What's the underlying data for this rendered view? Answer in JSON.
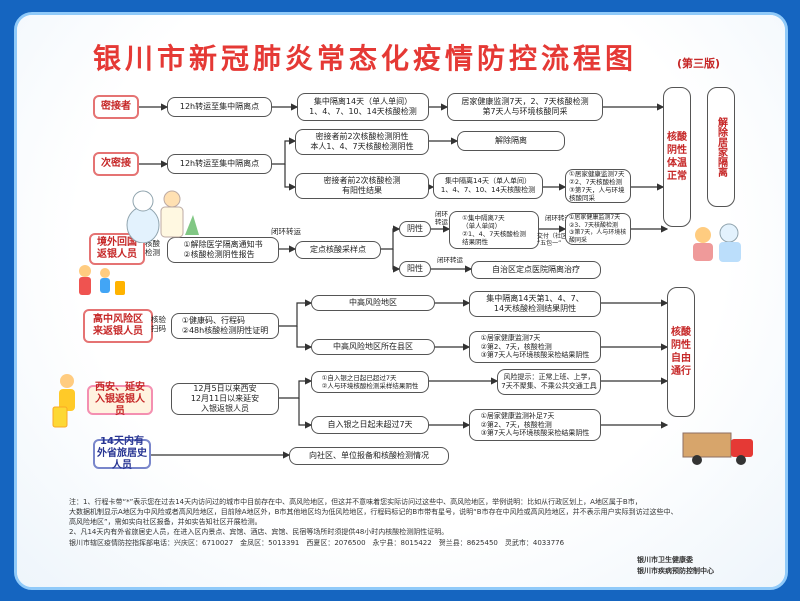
{
  "title": "银川市新冠肺炎常态化疫情防控流程图",
  "edition": "(第三版)",
  "categories": {
    "close_contact": "密接者",
    "secondary_contact": "次密接",
    "overseas": "境外回国\n返银人员",
    "high_risk": "高中风险区\n来返银人员",
    "xian": "西安、延安\n入银返银人员",
    "ningxia": "14天内有\n外省旅居史人员"
  },
  "row1": {
    "transfer": "12h转运至集中隔离点",
    "quarantine": "集中隔离14天（单人单间）\n1、4、7、10、14天核酸检测",
    "home": "居家健康监测7天，2、7天核酸检测\n第7天人与环境核酸同采"
  },
  "row2": {
    "transfer": "12h转运至集中隔离点",
    "neg": "密接者前2次核酸检测阴性\n本人1、4、7天核酸检测阴性",
    "release": "解除隔离",
    "pos": "密接者前2次核酸检测\n有阳性结果",
    "quarantine": "集中隔离14天（单人单间）\n1、4、7、10、14天核酸检测",
    "home": "①居家健康监测7天\n②2、7天核酸检测\n③第7天，人与环境核酸同采"
  },
  "row3": {
    "label_test": "核酸\n检测",
    "items": "①解除医学隔离通知书\n②核酸检测阴性报告",
    "closed_loop": "闭环转运",
    "sampling": "定点核酸采样点",
    "negative": "阴性",
    "closed_loop2": "闭环\n转运",
    "neg_q": "①集中隔离7天\n（单人单间）\n②1、4、7天核酸检测\n结果阴性",
    "closed_loop3": "闭环转运",
    "community": "交付（社区\n“五包一”",
    "home": "①居家健康监测7天\n②3、7天核酸检测\n③第7天，人与环境核酸同采",
    "positive": "阳性",
    "closed_loop4": "闭环转运",
    "hospital": "自治区定点医院隔离治疗"
  },
  "row4": {
    "label_test": "核验\n扫码",
    "items": "①健康码、行程码\n②48h核酸检测阴性证明",
    "mid": "中高风险地区",
    "quarantine": "集中隔离14天第1、4、7、\n14天核酸检测结果阴性",
    "county": "中高风险地区所在县区",
    "home": "①居家健康监测7天\n②第2、7天，核酸检测\n③第7天人与环境核酸采检结果阴性"
  },
  "row5": {
    "dates": "12月5日以来西安\n12月11日以来延安\n入银返银人员",
    "within7": "①自入银之日起已超过7天\n②人与环境核酸检测采样结果阴性",
    "hint": "风险提示：正常上班、上学，\n7天不聚集、不乘公共交通工具",
    "under7": "自入银之日起未超过7天",
    "home": "①居家健康监测补足7天\n②第2、7天，核酸检测\n③第7天人与环境核酸采检结果阴性"
  },
  "row6": {
    "report": "向社区、单位报备和核酸检测情况"
  },
  "right": {
    "release_neg": [
      "核酸",
      "阴性",
      "",
      "体温",
      "正常"
    ],
    "release_home": [
      "解除居家隔离"
    ],
    "free_neg": [
      "核酸",
      "阴性",
      "",
      "自由",
      "通行"
    ]
  },
  "notes": [
    "注：1、行程卡带“*”表示您在过去14天内访问过的城市中目前存在中、高风险地区，但这并不意味着您实际访问过这些中、高风险地区，举例说明：比如从行政区划上，A地区属于B市，",
    "大数据机制显示A地区为中风险或者高风险地区，目前除A地区外，B市其他地区均为低风险地区，行程码标记的B市带有星号，说明“B市存在中风险或高风险地区，并不表示用户实际到访过这些中、",
    "高风险地区”，需如实向社区报备，并如实告知社区开展检测。",
    "2、凡14天内有外省旅居史人员，在进入区内景点、宾馆、酒店、宾馆、民宿等场所时须提供48小时内核酸检测阴性证明。",
    "银川市辖区疫情防控指挥部电话：兴庆区：6710027　金凤区：5013391　西夏区：2076500　永宁县：8015422　贺兰县：8625450　灵武市：4033776"
  ],
  "footer": "银川市卫生健康委\n银川市疾病预防控制中心",
  "colors": {
    "accent": "#e53935",
    "border": "#1565c0"
  }
}
